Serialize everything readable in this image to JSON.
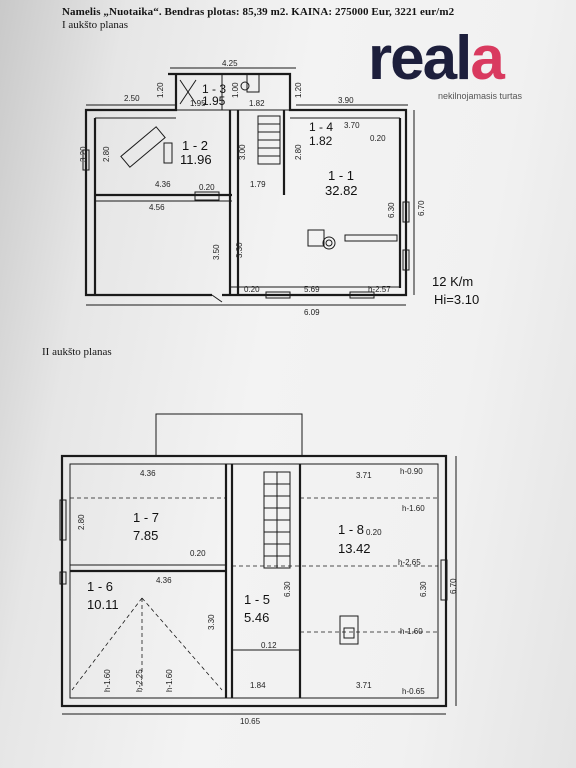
{
  "header": {
    "title": "Namelis „Nuotaika“. Bendras plotas: 85,39 m2. KAINA: 275000 Eur, 3221 eur/m2",
    "floor1_label": "I aukšto planas",
    "floor2_label": "II aukšto planas"
  },
  "logo": {
    "word_start": "real",
    "word_accent": "a",
    "tagline": "nekilnojamasis turtas",
    "colors": {
      "navy": "#1d1f3c",
      "accent": "#d93a5f"
    }
  },
  "floor1": {
    "rooms": [
      {
        "id": "1 - 3",
        "area": "1.95"
      },
      {
        "id": "1 - 2",
        "area": "11.96"
      },
      {
        "id": "1 - 4",
        "area": "1.82"
      },
      {
        "id": "1 - 1",
        "area": "32.82"
      }
    ],
    "dims": {
      "d425": "4.25",
      "d250": "2.50",
      "d120a": "1.20",
      "d100": "1.00",
      "d195": "1.95",
      "d182": "1.82",
      "d120b": "1.20",
      "d390": "3.90",
      "d370": "3.70",
      "d320": "3.20",
      "d280a": "2.80",
      "d300": "3.00",
      "d280b": "2.80",
      "d020a": "0.20",
      "d436": "4.36",
      "d020b": "0.20",
      "d179": "1.79",
      "d456": "4.56",
      "d630": "6.30",
      "d670": "6.70",
      "d350": "3.50",
      "d330": "3.30",
      "d020c": "0.20",
      "d569": "5.69",
      "h257": "h-2.57",
      "d609": "6.09"
    },
    "note_load": "12 K/m",
    "note_height": "Hi=3.10"
  },
  "floor2": {
    "rooms": [
      {
        "id": "1 - 7",
        "area": "7.85"
      },
      {
        "id": "1 - 8",
        "area": "13.42"
      },
      {
        "id": "1 - 6",
        "area": "10.11"
      },
      {
        "id": "1 - 5",
        "area": "5.46"
      }
    ],
    "dims": {
      "d436a": "4.36",
      "d371a": "3.71",
      "h090": "h-0.90",
      "h160a": "h-1.60",
      "d280": "2.80",
      "d020a": "0.20",
      "d020b": "0.20",
      "h265": "h-2.65",
      "d436b": "4.36",
      "d630a": "6.30",
      "d630b": "6.30",
      "d670": "6.70",
      "d330": "3.30",
      "h160b": "h-1.60",
      "d012": "0.12",
      "d184": "1.84",
      "d371b": "3.71",
      "h065": "h-0.65",
      "d1065": "10.65",
      "h160c": "h-1.60",
      "h225": "h-2.25",
      "h160d": "h-1.60"
    }
  }
}
